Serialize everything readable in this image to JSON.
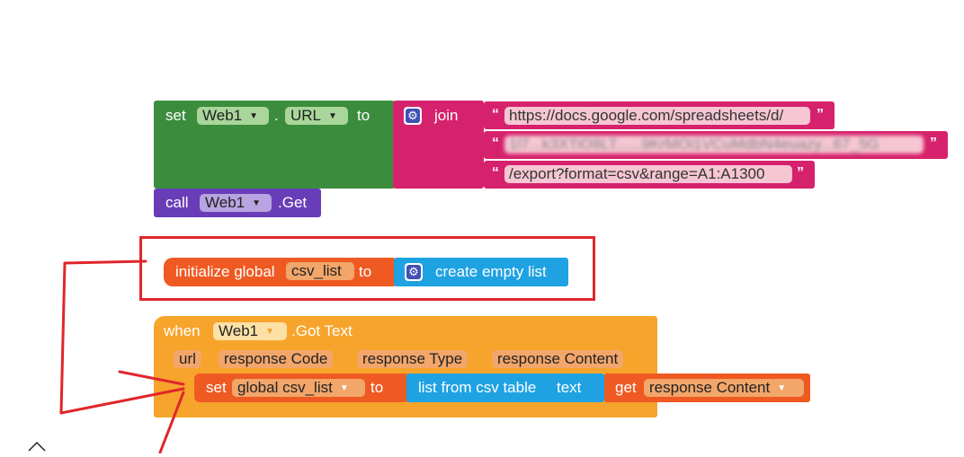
{
  "block1": {
    "set_label": "set",
    "component": "Web1",
    "dot": ".",
    "property": "URL",
    "to_label": "to",
    "join_label": "join",
    "string1": "https://docs.google.com/spreadsheets/d/",
    "string2": "1l7...k3XTiO8LT......9KrMOi1VCuMdbN4euazy...67_5G",
    "string3": "/export?format=csv&range=A1:A1300",
    "open_quote": "“",
    "close_quote": "”"
  },
  "block2": {
    "call_label": "call",
    "component": "Web1",
    "method": ".Get"
  },
  "block3": {
    "label": "initialize global",
    "var_name": "csv_list",
    "to_label": "to",
    "value_label": "create empty list"
  },
  "block4": {
    "when_label": "when",
    "component": "Web1",
    "event": ".Got Text",
    "params": [
      "url",
      "response Code",
      "response Type",
      "response Content"
    ],
    "set_label": "set",
    "set_var": "global csv_list",
    "to_label": "to",
    "func_label": "list from csv table",
    "text_label": "text",
    "get_label": "get",
    "get_var": "response Content"
  },
  "colors": {
    "component_green": "#3b8c3d",
    "text_pink": "#d6226c",
    "call_purple": "#6a3db8",
    "variable_orange": "#ef5a22",
    "list_blue": "#1ea2e2",
    "event_yellow": "#f7a42c",
    "annotation_red": "#e0262b"
  }
}
